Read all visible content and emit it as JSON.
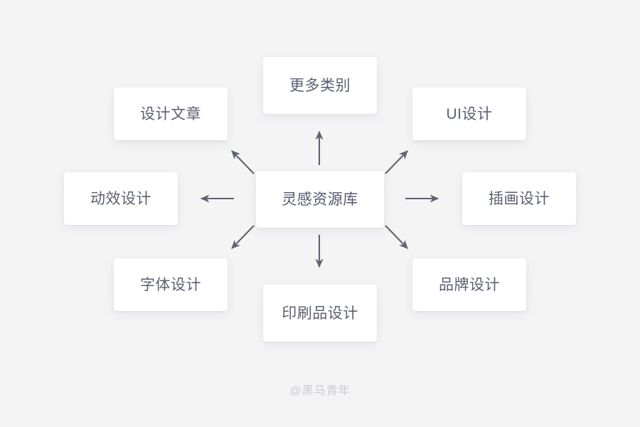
{
  "diagram": {
    "type": "radial-hub-and-spoke",
    "background_color": "#f4f4f5",
    "card_color": "#ffffff",
    "text_color": "#5c6070",
    "arrow_color": "#5f6370",
    "center": {
      "label": "灵感资源库"
    },
    "nodes": [
      {
        "id": "more-categories",
        "label": "更多类别",
        "position": "top"
      },
      {
        "id": "design-articles",
        "label": "设计文章",
        "position": "top-left"
      },
      {
        "id": "ui-design",
        "label": "UI设计",
        "position": "top-right"
      },
      {
        "id": "motion-design",
        "label": "动效设计",
        "position": "left"
      },
      {
        "id": "illustration-design",
        "label": "插画设计",
        "position": "right"
      },
      {
        "id": "font-design",
        "label": "字体设计",
        "position": "bottom-left"
      },
      {
        "id": "print-design",
        "label": "印刷品设计",
        "position": "bottom"
      },
      {
        "id": "brand-design",
        "label": "品牌设计",
        "position": "bottom-right"
      }
    ],
    "connectors": [
      {
        "id": "arrow-up",
        "direction": "up",
        "to": "more-categories"
      },
      {
        "id": "arrow-up-left",
        "direction": "up-left",
        "to": "design-articles"
      },
      {
        "id": "arrow-up-right",
        "direction": "up-right",
        "to": "ui-design"
      },
      {
        "id": "arrow-left",
        "direction": "left",
        "to": "motion-design"
      },
      {
        "id": "arrow-right",
        "direction": "right",
        "to": "illustration-design"
      },
      {
        "id": "arrow-down-left",
        "direction": "down-left",
        "to": "font-design"
      },
      {
        "id": "arrow-down",
        "direction": "down",
        "to": "print-design"
      },
      {
        "id": "arrow-down-right",
        "direction": "down-right",
        "to": "brand-design"
      }
    ]
  },
  "watermark": {
    "text": "@黑马青年"
  }
}
